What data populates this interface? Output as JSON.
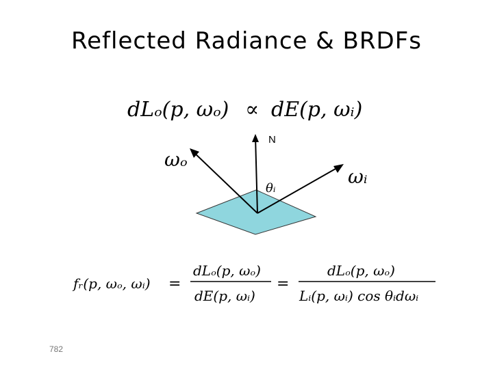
{
  "slide": {
    "title": "Reflected Radiance & BRDFs",
    "page_number": "782"
  },
  "equations": {
    "top": {
      "lhs": "dLₒ(p, ωₒ)",
      "rel": "∝",
      "rhs": "dE(p, ωᵢ)"
    },
    "brdf": {
      "f": "fᵣ(p, ωₒ, ωᵢ)",
      "eq1": "=",
      "frac1_num": "dLₒ(p, ωₒ)",
      "frac1_den": "dE(p, ωᵢ)",
      "eq2": "=",
      "frac2_num": "dLₒ(p, ωₒ)",
      "frac2_den": "Lᵢ(p, ωᵢ) cos θᵢdωᵢ"
    }
  },
  "diagram": {
    "normal_label": "N",
    "outgoing_label": "ωₒ",
    "incoming_label": "ωᵢ",
    "angle_label": "θᵢ",
    "surface_color": "#8fd6de"
  }
}
